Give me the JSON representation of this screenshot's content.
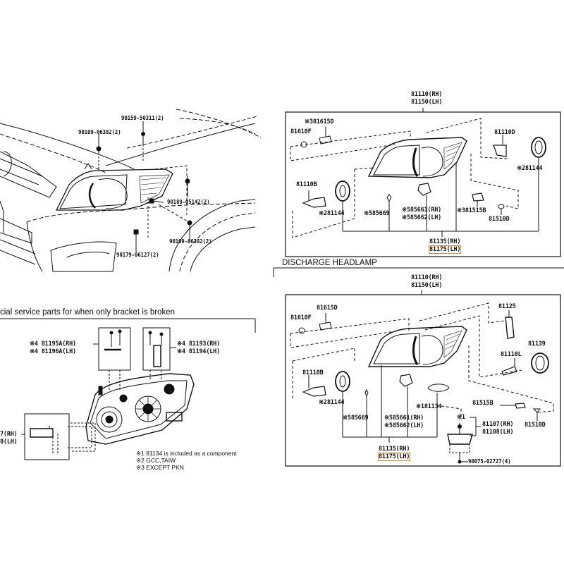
{
  "overview": {
    "callouts": [
      "90159-50311(2)",
      "90109-06382(2)",
      "90189-05142(2)",
      "90109-06382(2)",
      "90179-06127(2)"
    ]
  },
  "special_service": {
    "heading": "cial service parts for when only bracket is broken",
    "bracket_a": [
      "※4 81195A(RH)",
      "※4 81196A(LH)"
    ],
    "bracket_b": [
      "※4 81193(RH)",
      "※4 81194(LH)"
    ],
    "bracket_c": [
      "7(RH)",
      "8(LH)"
    ],
    "notes": [
      "※1  81134 is included as a component",
      "※2  GCC,TAIW",
      "※3  EXCEPT PKN"
    ]
  },
  "headlamp": {
    "assembly": [
      "81110(RH)",
      "81150(LH)"
    ],
    "parts": {
      "p81615d": "※381615D",
      "p81610f": "81610F",
      "p81110d": "81110D",
      "p81144_r": "※281144",
      "p81110b": "81110B",
      "p81144_l": "※281144",
      "p85669": "※585669",
      "p85661": "※585661(RH)",
      "p85662": "※585662(LH)",
      "p81515b": "※381515B",
      "p81510d": "81510D"
    },
    "housing": [
      "81135(RH)",
      "81175(LH)"
    ]
  },
  "discharge": {
    "title": "DISCHARGE HEADLAMP",
    "assembly": [
      "81110(RH)",
      "81150(LH)"
    ],
    "parts": {
      "p81615d": "81615D",
      "p81610f": "81610F",
      "p81125": "81125",
      "p81139": "81139",
      "p81110l": "81110L",
      "p81110b": "81110B",
      "p81144": "※281144",
      "p85669": "※585669",
      "p85661": "※585661(RH)",
      "p85662": "※585662(LH)",
      "p81134": "※181134",
      "p81515b": "81515B",
      "p81510d": "81510D",
      "ballast_mark": "※1",
      "p81107": "81107(RH)",
      "p81108": "81108(LH)",
      "p90075": "90075-02727(4)"
    },
    "housing": [
      "81135(RH)",
      "81175(LH)"
    ]
  },
  "colors": {
    "line": "#111111",
    "highlight": "#e08a2e"
  }
}
